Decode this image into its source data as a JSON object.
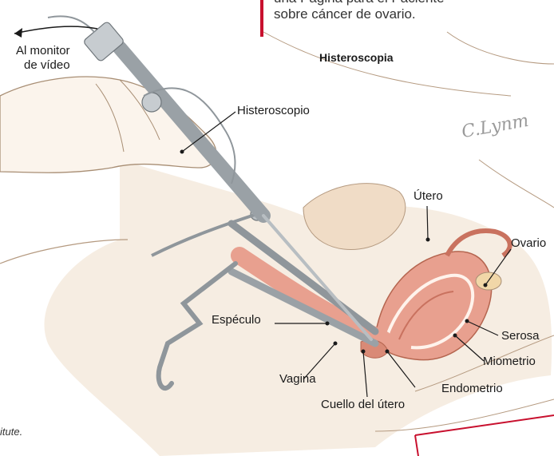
{
  "top_note": {
    "line1": "una   Página para el Paciente",
    "line2": "sobre cáncer de ovario."
  },
  "title": "Histeroscopia",
  "signature": "C.Lynm",
  "credit": "itute.",
  "labels": {
    "monitor_line1": "Al monitor",
    "monitor_line2": "de vídeo",
    "histeroscopio": "Histeroscopio",
    "utero": "Útero",
    "ovario": "Ovario",
    "especulo": "Espéculo",
    "serosa": "Serosa",
    "miometrio": "Miometrio",
    "vagina": "Vagina",
    "endometrio": "Endometrio",
    "cuello": "Cuello del útero"
  },
  "colors": {
    "accent_red": "#c8102e",
    "tissue_pink": "#e8a08f",
    "tissue_dark": "#c9725f",
    "sketch_beige": "#efe2d2"
  }
}
